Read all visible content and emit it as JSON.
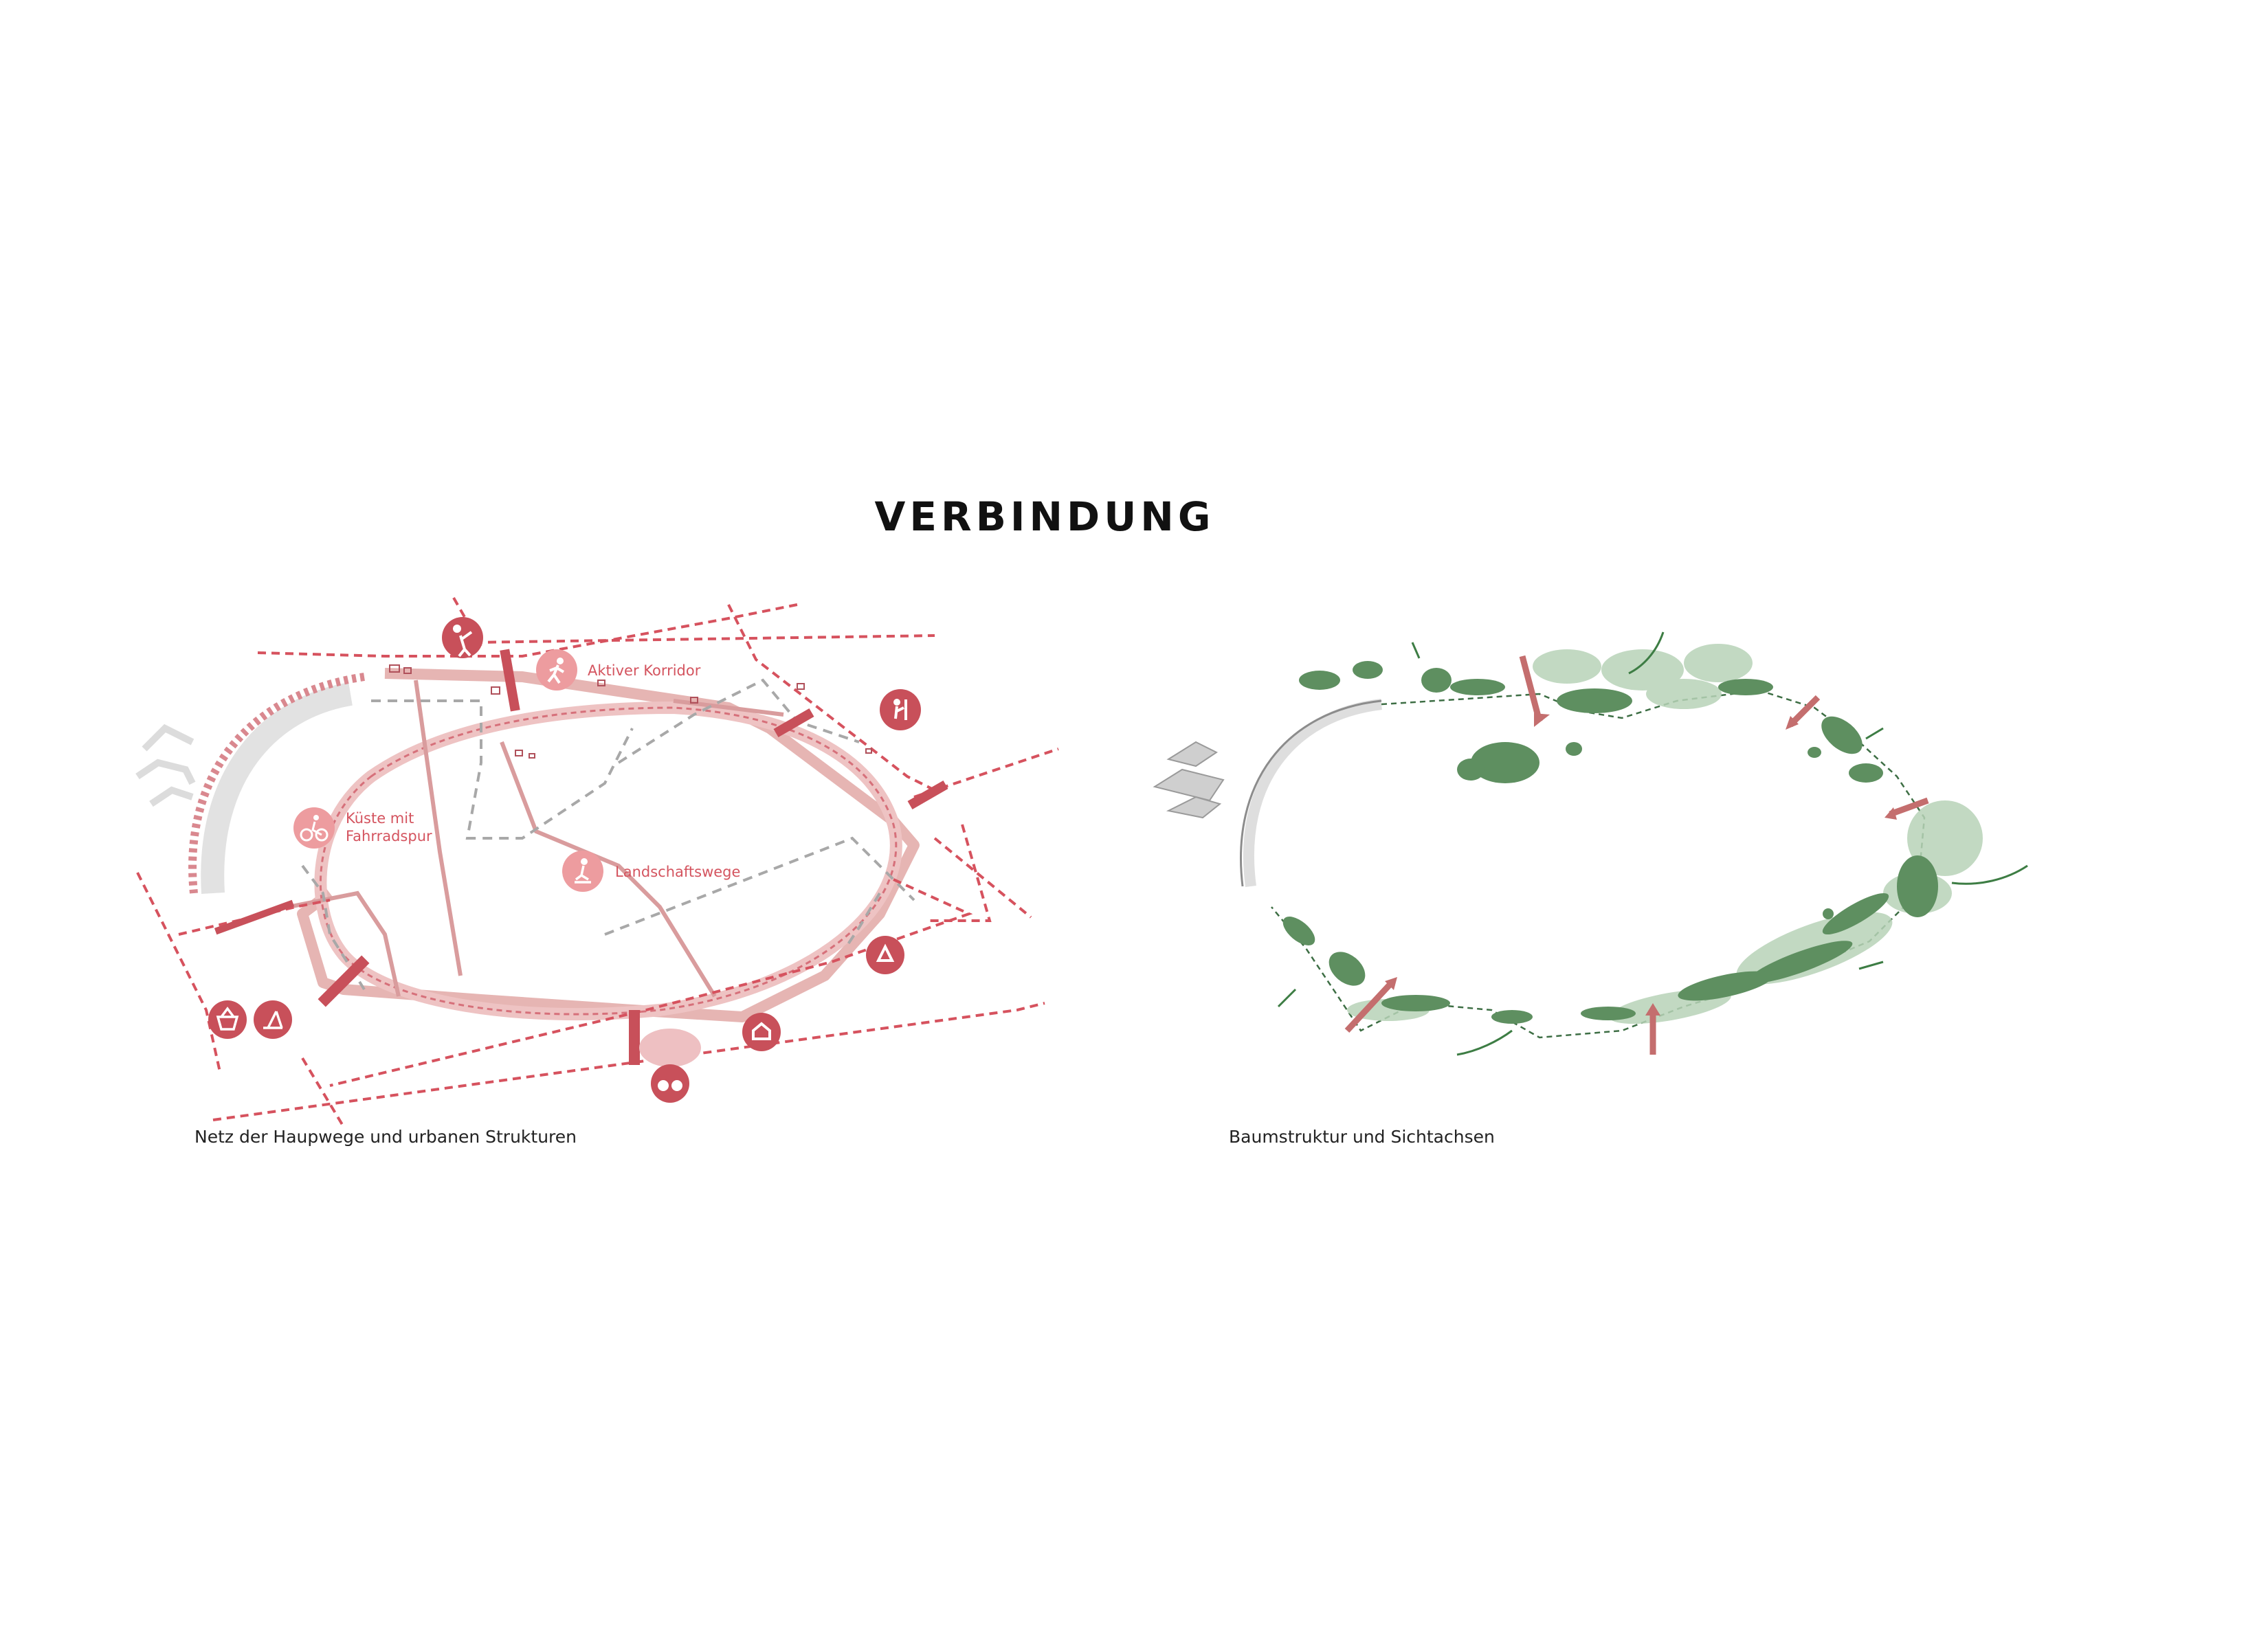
{
  "title": "VERBINDUNG",
  "left_map": {
    "caption": "Netz der Haupwege und urbanen Strukturen",
    "labels": {
      "aktiver_korridor": "Aktiver Korridor",
      "kueste_line1": "Küste mit",
      "kueste_line2": "Fahrradspur",
      "landschaftswege": "Landschaftswege"
    },
    "icons": [
      "volleyball-icon",
      "runner-icon",
      "gardening-icon",
      "cyclist-icon",
      "skater-icon",
      "recycling-icon",
      "house-icon",
      "basket-icon",
      "picnic-icon",
      "binoculars-icon"
    ]
  },
  "right_map": {
    "caption": "Baumstruktur und Sichtachsen"
  },
  "colors": {
    "red": "#c8505a",
    "pink": "#e8aaa8",
    "label_red": "#d4545f",
    "grey_dash": "#9e9e9e",
    "tree_green": "#5e8f60",
    "tree_light": "#a9c7aa",
    "arrow_green": "#3d7d44"
  }
}
